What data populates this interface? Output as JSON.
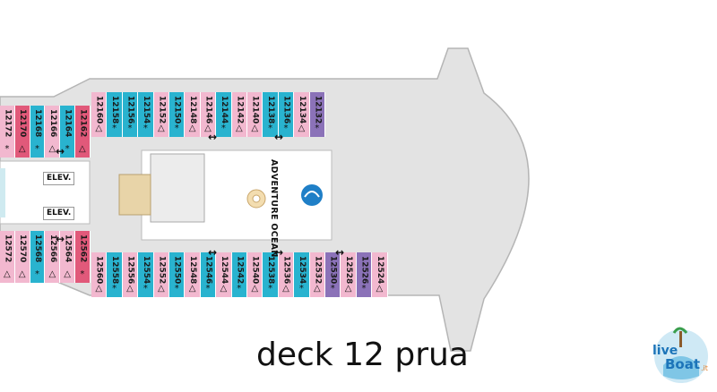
{
  "title": "deck 12 prua",
  "facility_label": "ADVENTURE OCEAN",
  "elevator_label": "ELEV.",
  "logo": {
    "line1": "live",
    "line2": "Boat",
    "suffix": ".it"
  },
  "colors": {
    "pink": "#f2b8cf",
    "cyan": "#29b3cf",
    "red": "#e1597a",
    "purple": "#8b72b8",
    "deck": "#e0e0e0"
  },
  "top_row": [
    {
      "num": "12160",
      "color": "pink",
      "sym": "△"
    },
    {
      "num": "12158",
      "color": "cyan",
      "sym": "*"
    },
    {
      "num": "12156",
      "color": "cyan",
      "sym": "*"
    },
    {
      "num": "12154",
      "color": "cyan",
      "sym": "*"
    },
    {
      "num": "12152",
      "color": "pink",
      "sym": "△"
    },
    {
      "num": "12150",
      "color": "cyan",
      "sym": "*"
    },
    {
      "num": "12148",
      "color": "pink",
      "sym": "△"
    },
    {
      "num": "12146",
      "color": "pink",
      "sym": "△"
    },
    {
      "num": "12144",
      "color": "cyan",
      "sym": "*"
    },
    {
      "num": "12142",
      "color": "pink",
      "sym": "△"
    },
    {
      "num": "12140",
      "color": "pink",
      "sym": "△"
    },
    {
      "num": "12138",
      "color": "cyan",
      "sym": "*"
    },
    {
      "num": "12136",
      "color": "cyan",
      "sym": "*"
    },
    {
      "num": "12134",
      "color": "pink",
      "sym": "△"
    },
    {
      "num": "12132",
      "color": "purple",
      "sym": "*"
    }
  ],
  "top_left": [
    {
      "num": "12172",
      "color": "pink",
      "sym": "*"
    },
    {
      "num": "12170",
      "color": "red",
      "sym": "△"
    },
    {
      "num": "12168",
      "color": "cyan",
      "sym": "*"
    },
    {
      "num": "12166",
      "color": "pink",
      "sym": "△"
    },
    {
      "num": "12164",
      "color": "cyan",
      "sym": "*"
    },
    {
      "num": "12162",
      "color": "red",
      "sym": "△"
    }
  ],
  "bottom_row": [
    {
      "num": "12560",
      "color": "pink",
      "sym": "△"
    },
    {
      "num": "12558",
      "color": "cyan",
      "sym": "*"
    },
    {
      "num": "12556",
      "color": "pink",
      "sym": "△"
    },
    {
      "num": "12554",
      "color": "cyan",
      "sym": "*"
    },
    {
      "num": "12552",
      "color": "pink",
      "sym": "△"
    },
    {
      "num": "12550",
      "color": "cyan",
      "sym": "*"
    },
    {
      "num": "12548",
      "color": "pink",
      "sym": "△"
    },
    {
      "num": "12546",
      "color": "cyan",
      "sym": "*"
    },
    {
      "num": "12544",
      "color": "pink",
      "sym": "△"
    },
    {
      "num": "12542",
      "color": "cyan",
      "sym": "*"
    },
    {
      "num": "12540",
      "color": "pink",
      "sym": "△"
    },
    {
      "num": "12538",
      "color": "cyan",
      "sym": "*"
    },
    {
      "num": "12536",
      "color": "pink",
      "sym": "△"
    },
    {
      "num": "12534",
      "color": "cyan",
      "sym": "*"
    },
    {
      "num": "12532",
      "color": "pink",
      "sym": "△"
    },
    {
      "num": "12530",
      "color": "purple",
      "sym": "*"
    },
    {
      "num": "12528",
      "color": "pink",
      "sym": "△"
    },
    {
      "num": "12526",
      "color": "purple",
      "sym": "*"
    },
    {
      "num": "12524",
      "color": "pink",
      "sym": "△"
    }
  ],
  "bottom_left": [
    {
      "num": "12572",
      "color": "pink",
      "sym": "△"
    },
    {
      "num": "12570",
      "color": "pink",
      "sym": "△"
    },
    {
      "num": "12568",
      "color": "cyan",
      "sym": "*"
    },
    {
      "num": "12566",
      "color": "pink",
      "sym": "△"
    },
    {
      "num": "12564",
      "color": "pink",
      "sym": "△"
    },
    {
      "num": "12562",
      "color": "red",
      "sym": "*"
    }
  ]
}
